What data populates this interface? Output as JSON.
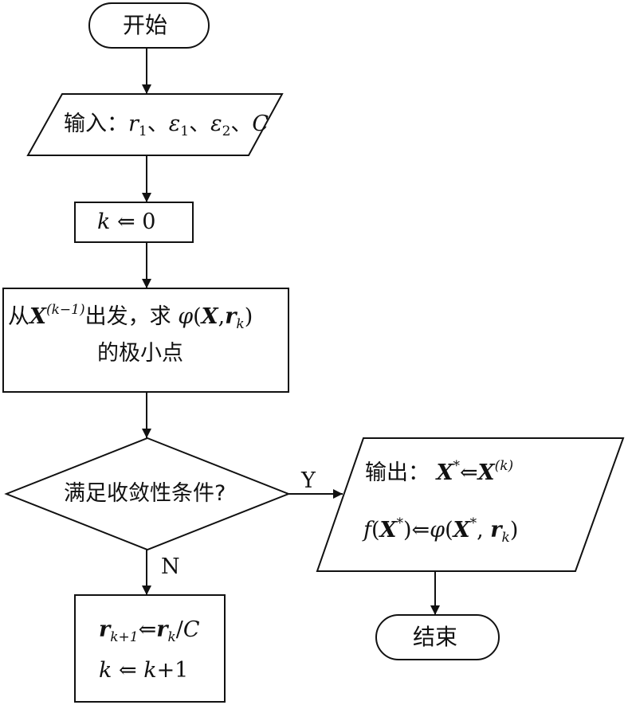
{
  "colors": {
    "stroke": "#111111",
    "background": "#ffffff"
  },
  "start": {
    "label": "开始"
  },
  "input": {
    "label": "输入：",
    "r": "r",
    "r_sub": "1",
    "sep1": "、",
    "eps1": "ε",
    "eps1_sub": "1",
    "sep2": "、",
    "eps2": "ε",
    "eps2_sub": "2",
    "sep3": "、",
    "c": "C"
  },
  "init": {
    "k": "k",
    "arrow": "⇐",
    "zero": "0"
  },
  "minimize": {
    "from": "从",
    "x": "X",
    "x_sup": "(k−1)",
    "depart": "出发，求",
    "phi": "φ",
    "open": "(",
    "x2": "X",
    "comma": ",",
    "r": "r",
    "r_sub": "k",
    "close": ")",
    "line2": "的极小点"
  },
  "decision": {
    "label": "满足收敛性条件?",
    "yes": "Y",
    "no": "N"
  },
  "update": {
    "r1": "r",
    "r1_sub": "k+1",
    "arrow": "⇐",
    "r2": "r",
    "r2_sub": "k",
    "div": "/",
    "c": "C",
    "k": "k",
    "arrow2": "⇐",
    "k2": "k",
    "plus": "+1"
  },
  "output": {
    "label": "输出：",
    "x": "X",
    "star": "*",
    "arrow": "⇐",
    "x2": "X",
    "x2_sup": "(k)",
    "f": "f",
    "open": "(",
    "x3": "X",
    "star2": "*",
    "close": ")",
    "arrow2": "⇐",
    "phi": "φ",
    "open2": "(",
    "x4": "X",
    "star3": "*",
    "comma": ",",
    "r": "r",
    "r_sub": "k",
    "close2": ")"
  },
  "end": {
    "label": "结束"
  }
}
